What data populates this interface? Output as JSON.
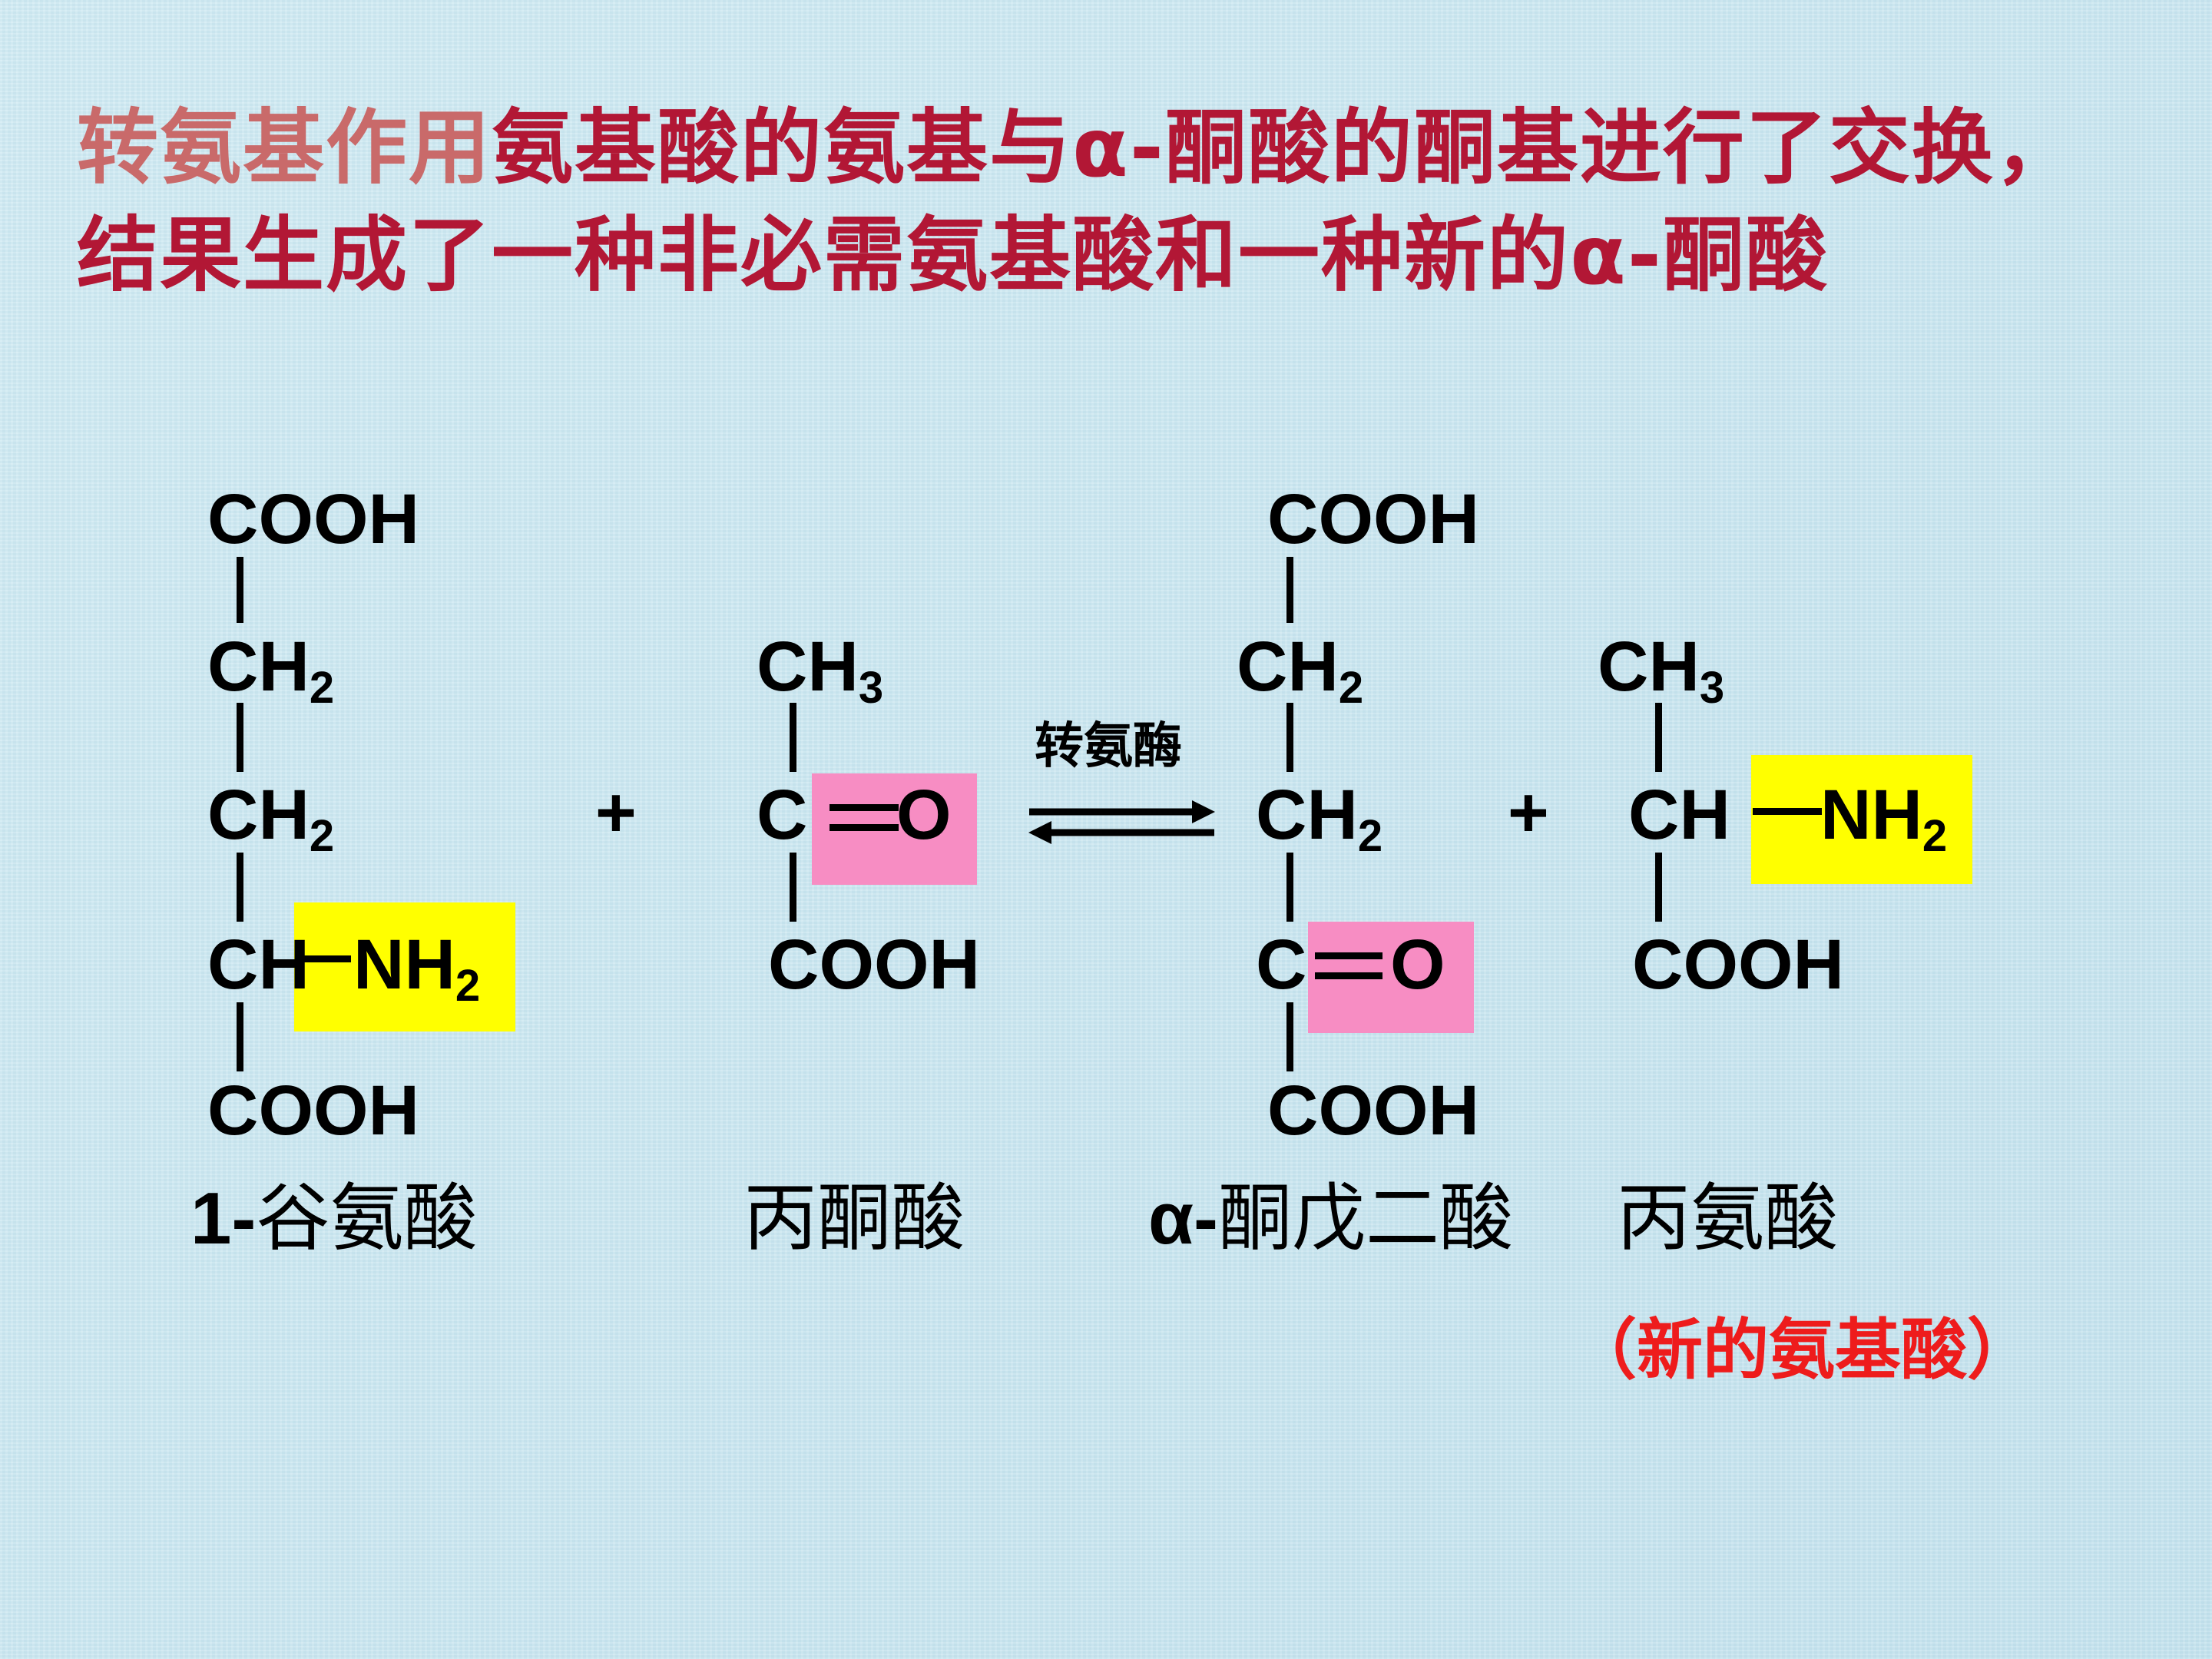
{
  "title": {
    "line1_lead": "转氨基作用",
    "line1_rest": "氨基酸的氨基与α-酮酸的酮基进行了交换，",
    "line2": "结果生成了一种非必需氨基酸和一种新的α-酮酸"
  },
  "reaction": {
    "plus": "+",
    "enzyme": "转氨酶",
    "glutamate": {
      "top": "COOH",
      "c2": "CH",
      "c3": "CH",
      "sub2": "2",
      "c4": "CH",
      "amine": "NH",
      "bottom": "COOH",
      "name_prefix": "1-",
      "name": "谷氨酸"
    },
    "pyruvate": {
      "top": "CH",
      "sub3": "3",
      "carbon": "C",
      "oxygen": "O",
      "bottom": "COOH",
      "name": "丙酮酸"
    },
    "ketoglutarate": {
      "top": "COOH",
      "c2": "CH",
      "c3": "CH",
      "sub2": "2",
      "carbon": "C",
      "oxygen": "O",
      "bottom": "COOH",
      "name_prefix": "α-",
      "name": "酮戊二酸"
    },
    "alanine": {
      "top": "CH",
      "sub3": "3",
      "c2": "CH",
      "amine": "NH",
      "sub2": "2",
      "bottom": "COOH",
      "name": "丙氨酸"
    }
  },
  "note": "（新的氨基酸）",
  "colors": {
    "background": "#cbe6ef",
    "title_lead": "#c96a6a",
    "title_main": "#b21735",
    "amino_highlight": "#ffff00",
    "keto_highlight": "#f78dc3",
    "note": "#ee1c1c"
  }
}
